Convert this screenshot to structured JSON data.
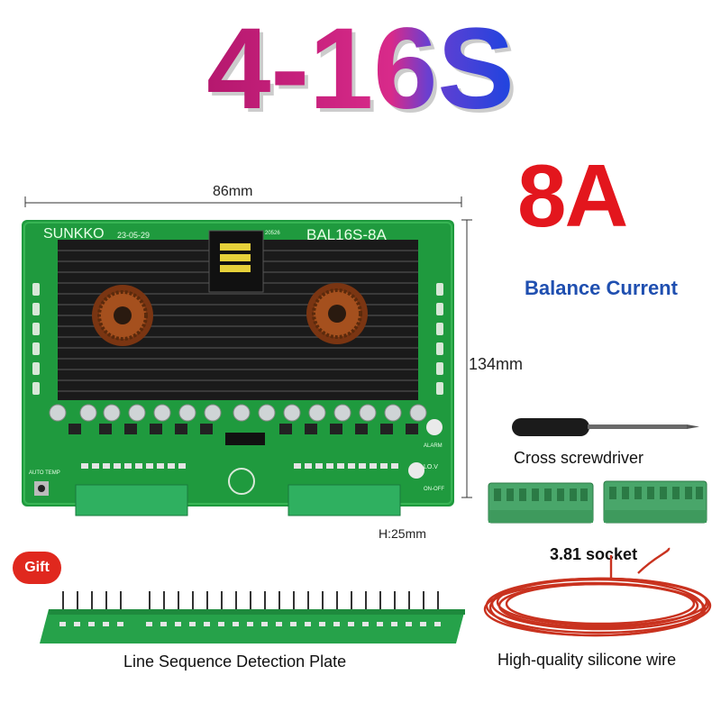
{
  "title": {
    "part1": "4-16",
    "part2": "S"
  },
  "current": {
    "value": "8A",
    "label": "Balance Current"
  },
  "dimensions": {
    "width": "86mm",
    "height": "134mm",
    "h": "H:25mm"
  },
  "board": {
    "brand": "SUNKKO",
    "date": "23-05-29",
    "model": "BAL16S-8A",
    "small_code": "20526",
    "auto_temp": "AUTO  TEMP",
    "lo_v": "LO.V",
    "on_off": "ON-OFF",
    "alarm": "ALARM"
  },
  "accessories": {
    "screwdriver": "Cross screwdriver",
    "socket": "3.81 socket",
    "gift": "Gift",
    "plate": "Line Sequence Detection Plate",
    "wire": "High-quality silicone wire"
  },
  "colors": {
    "pcb": "#1f9a3e",
    "heatsink": "#202020",
    "accent_red": "#e3161d",
    "accent_blue": "#1f4fb0"
  }
}
